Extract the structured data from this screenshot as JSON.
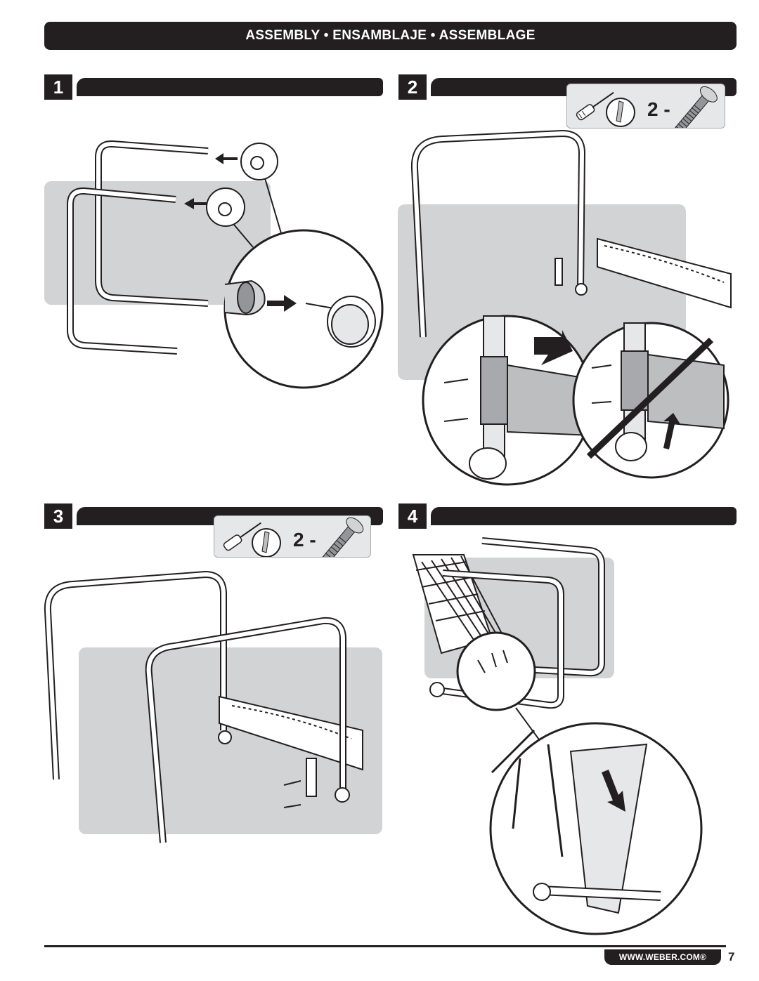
{
  "header": {
    "title": "ASSEMBLY • ENSAMBLAJE • ASSEMBLAGE"
  },
  "steps": [
    {
      "number": "1"
    },
    {
      "number": "2",
      "hardware_qty": "2 -"
    },
    {
      "number": "3",
      "hardware_qty": "2 -"
    },
    {
      "number": "4"
    }
  ],
  "footer": {
    "url": "WWW.WEBER.COM®",
    "page": "7"
  },
  "icons": [
    "screwdriver-icon",
    "screw-icon",
    "caster-icon",
    "arrow-icon",
    "prohibited-icon"
  ]
}
